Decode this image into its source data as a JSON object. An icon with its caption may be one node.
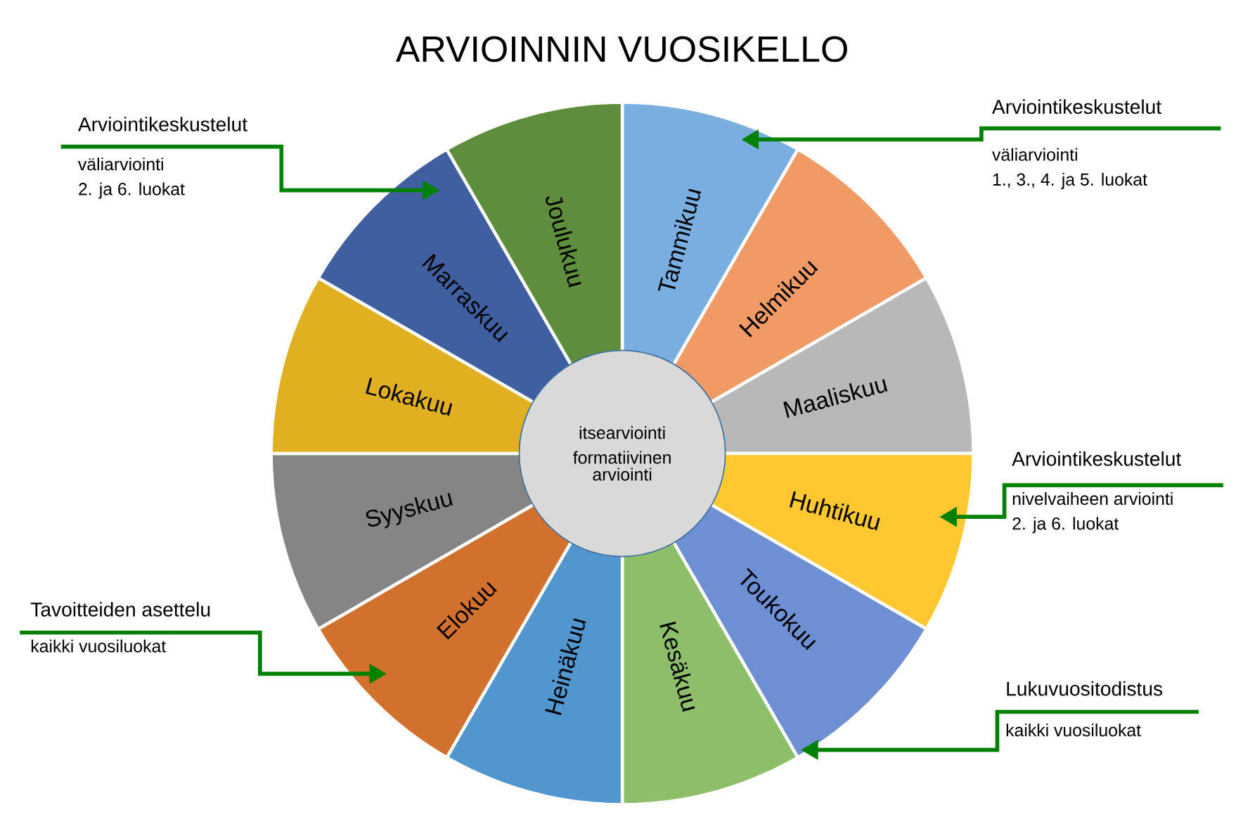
{
  "diagram": {
    "title": "ARVIOINNIN VUOSIKELLO",
    "nodes": [
      {
        "text": [
          "Tammikuu"
        ]
      },
      {
        "text": [
          "Helmikuu"
        ]
      },
      {
        "text": [
          "Maaliskuu"
        ]
      },
      {
        "text": [
          "Huhtikuu"
        ]
      },
      {
        "text": [
          "Toukokuu"
        ]
      },
      {
        "text": [
          "Kesäkuu"
        ]
      },
      {
        "text": [
          "Heinäkuu"
        ]
      },
      {
        "text": [
          "Elokuu"
        ]
      },
      {
        "text": [
          "Syyskuu"
        ]
      },
      {
        "text": [
          "Lokakuu"
        ]
      },
      {
        "text": [
          "Marraskuu"
        ]
      },
      {
        "text": [
          "Joulukuu"
        ]
      },
      {
        "text": [
          "itsearviointi",
          "formatiivinen arviointi"
        ]
      },
      {
        "text": [
          "Arviointikeskustelut",
          "väliarviointi",
          "2. ja 6. luokat"
        ]
      },
      {
        "text": [
          "Arviointikeskustelut",
          "väliarviointi",
          "1., 3., 4. ja 5. luokat"
        ]
      },
      {
        "text": [
          "Arviointikeskustelut",
          "nivelvaiheen arviointi",
          "2. ja 6. luokat"
        ]
      },
      {
        "text": [
          "Lukuvuositodistus",
          "kaikki vuosiluokat"
        ]
      },
      {
        "text": [
          "Tavoitteiden asettelu",
          "kaikki vuosiluokat"
        ]
      }
    ],
    "edges": [
      {
        "from": 13,
        "to": 10,
        "arrow": "to"
      },
      {
        "from": 14,
        "to": 0,
        "arrow": "to"
      },
      {
        "from": 15,
        "to": 3,
        "arrow": "to"
      },
      {
        "from": 16,
        "to": 4,
        "arrow": "to"
      },
      {
        "from": 17,
        "to": 7,
        "arrow": "to"
      }
    ]
  }
}
